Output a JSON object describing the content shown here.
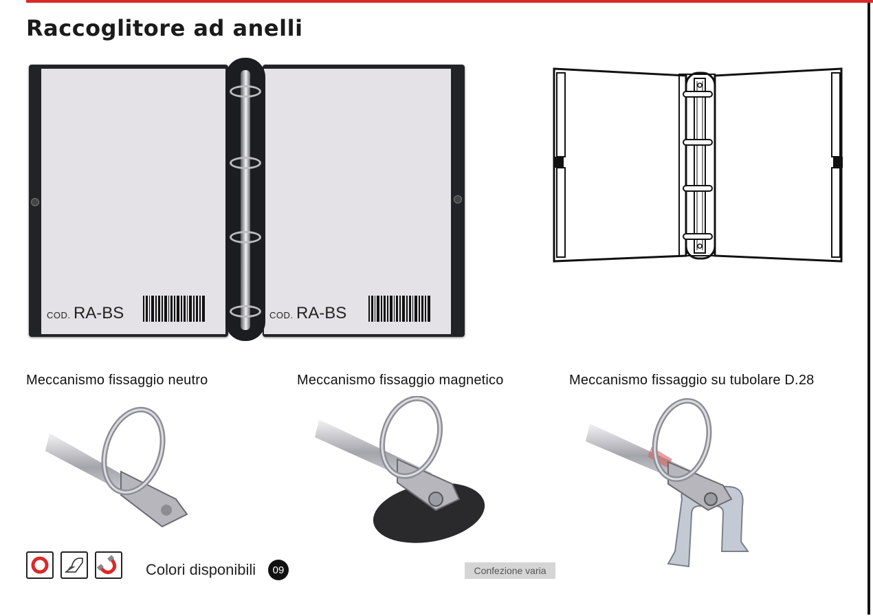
{
  "header": {
    "title": "Raccoglitore ad anelli",
    "accent_color": "#d92a2a"
  },
  "product_photo": {
    "left_label": {
      "prefix": "COD.",
      "code": "RA-BS"
    },
    "right_label": {
      "prefix": "COD.",
      "code": "RA-BS"
    },
    "ring_count": 4
  },
  "mechanisms": [
    {
      "caption": "Meccanismo fissaggio neutro"
    },
    {
      "caption": "Meccanismo fissaggio magnetico"
    },
    {
      "caption": "Meccanismo fissaggio su tubolare D.28"
    }
  ],
  "footer": {
    "icons": [
      "ring-icon",
      "fold-icon",
      "magnet-icon"
    ],
    "colori_label": "Colori disponibili",
    "colori_count": "09",
    "confezione": "Confezione varia"
  }
}
